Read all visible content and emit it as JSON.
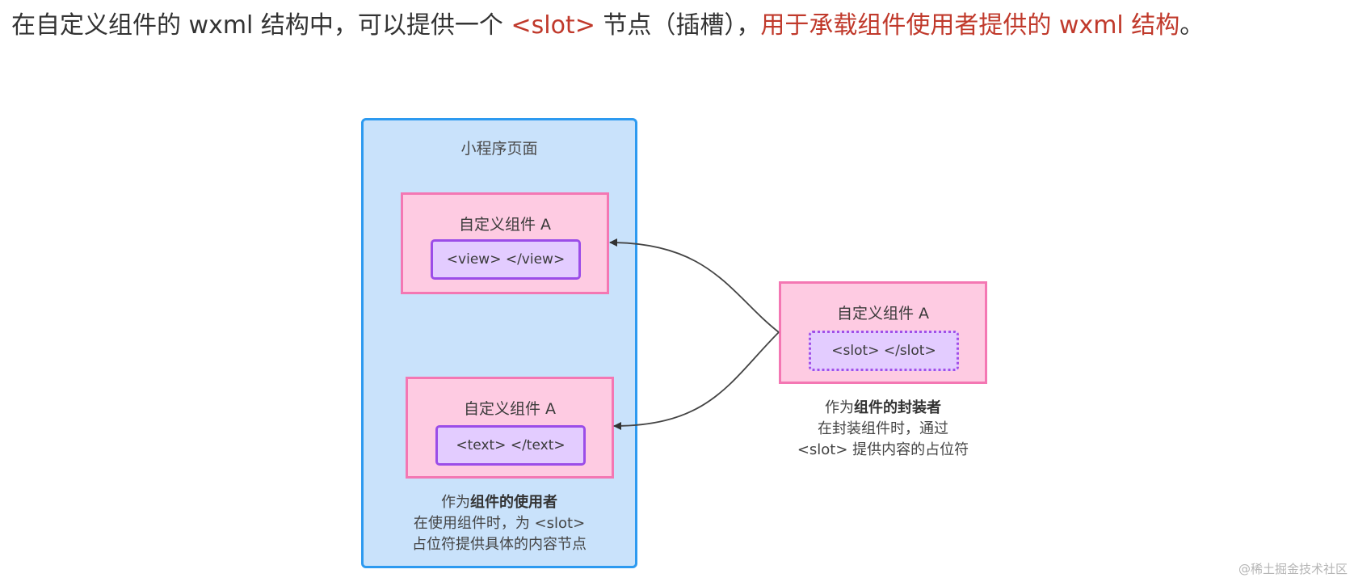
{
  "intro": {
    "text_1": "在自定义组件的 wxml 结构中，可以提供一个 ",
    "slot_tag": "<slot>",
    "text_2": " 节点（插槽），",
    "highlight": "用于承载组件使用者提供的 wxml 结构",
    "end": "。"
  },
  "page": {
    "title": "小程序页面",
    "component_a": {
      "title": "自定义组件 A",
      "inner": "<view> </view>"
    },
    "component_b": {
      "title": "自定义组件 A",
      "inner": "<text> </text>"
    },
    "caption": {
      "prefix": "作为",
      "bold": "组件的使用者",
      "line2": "在使用组件时，为 <slot>",
      "line3": "占位符提供具体的内容节点"
    }
  },
  "wrapper": {
    "title": "自定义组件 A",
    "inner": "<slot> </slot>",
    "caption": {
      "prefix": "作为",
      "bold": "组件的封装者",
      "line2": "在封装组件时，通过",
      "line3": "<slot> 提供内容的占位符"
    }
  },
  "watermark": "@稀土掘金技术社区",
  "colors": {
    "page_bg": "#c9e2fb",
    "page_border": "#2d9af0",
    "component_bg": "#fecbe2",
    "component_border": "#f477b3",
    "inner_bg": "#e3ccff",
    "inner_border": "#9b4de8",
    "highlight_text": "#c0392b"
  }
}
